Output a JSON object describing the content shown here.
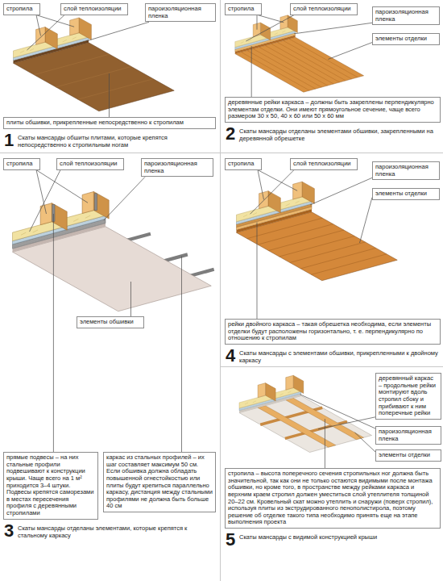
{
  "diagram": {
    "nodes": [
      {
        "text": [
          "стропила"
        ]
      },
      {
        "text": [
          "слой теплоизоляции"
        ]
      },
      {
        "text": [
          "пароизоляционная пленка"
        ]
      },
      {
        "text": [
          "плиты обшивки, прикрепленные непосредственно к стропилам"
        ]
      },
      {
        "text": [
          "стропила"
        ]
      },
      {
        "text": [
          "слой теплоизоляции"
        ]
      },
      {
        "text": [
          "пароизоляционная пленка"
        ]
      },
      {
        "text": [
          "элементы отделки"
        ]
      },
      {
        "text": [
          "деревянные рейки каркаса – должны быть закреплены перпендикулярно элементам отделки. Они имеют прямоугольное сечение, чаще всего размером 30 х 50, 40 х 60 или 50 х 60 мм"
        ]
      },
      {
        "text": [
          "стропила"
        ]
      },
      {
        "text": [
          "слой теплоизоляции"
        ]
      },
      {
        "text": [
          "пароизоляционная пленка"
        ]
      },
      {
        "text": [
          "элементы обшивки"
        ]
      },
      {
        "text": [
          "прямые подвесы – на них стальные профили подвешивают к конструкции крыши. Чаще всего на 1 м² приходится 3–4 штуки. Подвесы крепятся саморезами в местах пересечения профиля с деревянными стропилами"
        ]
      },
      {
        "text": [
          "каркас из стальных профилей – их шаг составляет максимум 50 см. Если обшивка должна обладать повышенной огнестойкостью или плиты будут крепиться параллельно каркасу, дистанция между стальными профилями не должна быть больше 40 см"
        ]
      },
      {
        "text": [
          "стропила"
        ]
      },
      {
        "text": [
          "слой теплоизоляции"
        ]
      },
      {
        "text": [
          "пароизоляционная пленка"
        ]
      },
      {
        "text": [
          "элементы отделки"
        ]
      },
      {
        "text": [
          "рейки двойного каркаса – такая обрешетка необходима, если элементы отделки будут расположены горизонтально, т. е. перпендикулярно по отношению к стропилам"
        ]
      },
      {
        "text": [
          "деревянный каркас – продольные рейки монтируют вдоль стропил сбоку и прибивают к ним поперечные рейки"
        ]
      },
      {
        "text": [
          "пароизоляционная пленка"
        ]
      },
      {
        "text": [
          "элементы отделки"
        ]
      },
      {
        "text": [
          "стропила – высота поперечного сечения стропильных ног должна быть значительной, так как они не только остаются видимыми после монтажа обшивки, но кроме того, в пространстве между рейками каркаса и верхним краем стропил должен уместиться слой утеплителя толщиной 20–22 см. Кровельный скат можно утеплить и снаружи (поверх стропил), используя плиты из экструдированного пенополистирола, поэтому решение об отделке такого типа необходимо принять еще на этапе выполнения проекта"
        ]
      }
    ],
    "labels": [
      "1",
      "Скаты мансарды обшиты плитами, которые крепятся непосредственно к стропильным ногам",
      "2",
      "Скаты мансарды отделаны элементами обшивки, закрепленными на деревянной обрешетке",
      "3",
      "Скаты мансарды отделаны элементами, которые крепятся к стальному каркасу",
      "4",
      "Скаты мансарды с элементами обшивки, прикрепленными к двойному каркасу",
      "5",
      "Скаты мансарды с видимой конструкцией крыши"
    ]
  }
}
